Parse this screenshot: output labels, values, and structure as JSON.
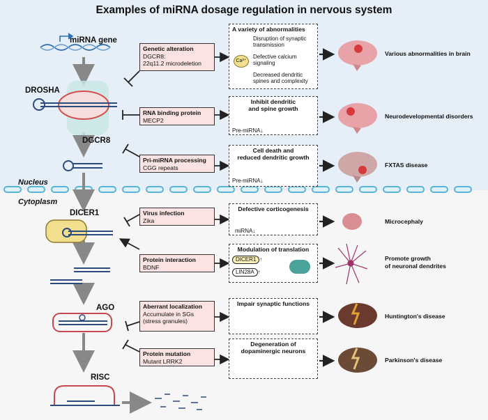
{
  "title": "Examples of miRNA dosage regulation in nervous system",
  "regions": {
    "nucleus": "Nucleus",
    "cytoplasm": "Cytoplasm"
  },
  "pathway": {
    "mirna_gene": "miRNA gene",
    "drosha": "DROSHA",
    "dgcr8": "DGCR8",
    "dicer1": "DICER1",
    "ago": "AGO",
    "risc": "RISC"
  },
  "rows": [
    {
      "cause_title": "Genetic alteration",
      "cause_detail": "DGCR8:\n22q11.2 microdeletion",
      "effect_title": "A variety of abnormalities",
      "effect_items": [
        "Disruption of synaptic transmission",
        "Defective calcium signaling",
        "Decreased dendritic spines and complexity"
      ],
      "ca_label": "Ca²⁺",
      "outcome": "Various abnormalities in brain"
    },
    {
      "cause_title": "RNA binding protein",
      "cause_detail": "MECP2",
      "effect_title": "Inhibit dendritic\nand spine growth",
      "effect_note": "Pre-miRNA↓",
      "outcome": "Neurodevelopmental disorders"
    },
    {
      "cause_title": "Pri-miRNA processing",
      "cause_detail": "CGG repeats",
      "effect_title": "Cell death and\nreduced dendritic growth",
      "effect_note": "Pre-miRNA↓",
      "outcome": "FXTAS disease"
    },
    {
      "cause_title": "Virus infection",
      "cause_detail": "Zika",
      "effect_title": "Defective corticogenesis",
      "effect_note": "miRNA↓",
      "outcome": "Microcephaly"
    },
    {
      "cause_title": "Protein interaction",
      "cause_detail": "BDNF",
      "effect_title": "Modulation of translation",
      "pill_a": "DICER1",
      "pill_b": "LIN28A",
      "pill_arrow": "↑",
      "outcome": "Promote growth\nof neuronal dendrites"
    },
    {
      "cause_title": "Aberrant localization",
      "cause_detail": "Accumulate in SGs\n(stress granules)",
      "effect_title": "Impair synaptic functions",
      "outcome": "Huntington's disease"
    },
    {
      "cause_title": "Protein mutation",
      "cause_detail": "Mutant LRRK2",
      "effect_title": "Degeneration of\ndopaminergic neurons",
      "outcome": "Parkinson's disease"
    }
  ],
  "colors": {
    "nucleus_bg": "#e6eef7",
    "membrane": "#59b4d9",
    "cause_box": "#fbe3e3",
    "brain": "#e7a3a8",
    "brain_dark": "#6b4a36",
    "dicer": "#f1df8e",
    "risc_oval": "#c4484d"
  }
}
